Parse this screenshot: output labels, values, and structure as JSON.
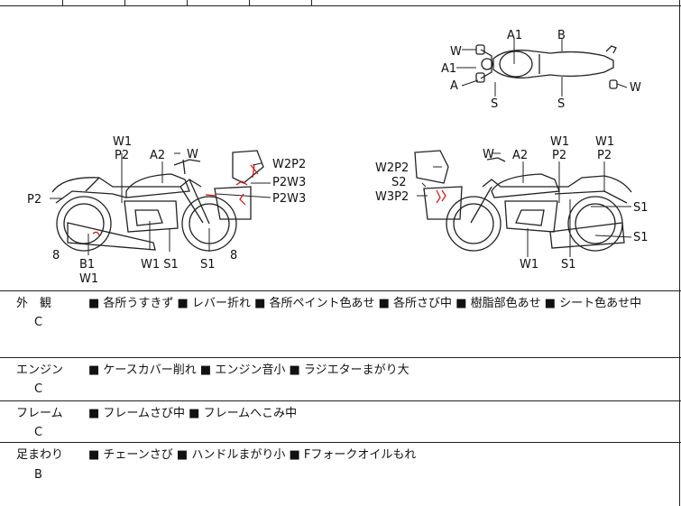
{
  "diagram": {
    "labels": {
      "top_A1": "A1",
      "top_B": "B",
      "top_W_left": "W",
      "top_A1_left": "A1",
      "top_A_left": "A",
      "top_S1": "S",
      "top_S2": "S",
      "top_W_right": "W",
      "left_W1": "W1",
      "left_P2": "P2",
      "left_A2": "A2",
      "left_W": "W",
      "left_W2P2": "W2P2",
      "left_P2W3_a": "P2W3",
      "left_P2W3_b": "P2W3",
      "left_P2side": "P2",
      "left_8a": "8",
      "left_B1": "B1",
      "left_W1b": "W1",
      "left_W1S1": "W1 S1",
      "left_S1": "S1",
      "left_8b": "8",
      "right_W": "W",
      "right_A2": "A2",
      "right_W1a": "W1",
      "right_P2a": "P2",
      "right_W1b": "W1",
      "right_P2b": "P2",
      "right_W2P2": "W2P2",
      "right_S2": "S2",
      "right_W3P2": "W3P2",
      "right_S1a": "S1",
      "right_S1b": "S1",
      "right_W1c": "W1",
      "right_S1c": "S1"
    }
  },
  "sections": [
    {
      "category": "外　観",
      "grade": "C",
      "description": "■ 各所うすきず ■ レバー折れ ■ 各所ペイント色あせ ■ 各所さび中 ■ 樹脂部色あせ ■ シート色あせ中"
    },
    {
      "category": "エンジン",
      "grade": "C",
      "description": "■ ケースカバー削れ ■ エンジン音小 ■ ラジエターまがり大"
    },
    {
      "category": "フレーム",
      "grade": "C",
      "description": "■ フレームさび中 ■ フレームへこみ中"
    },
    {
      "category": "足まわり",
      "grade": "B",
      "description": "■ チェーンさび ■ ハンドルまがり小 ■ Fフォークオイルもれ"
    }
  ],
  "colors": {
    "line": "#222222",
    "damage": "#cc1111"
  }
}
